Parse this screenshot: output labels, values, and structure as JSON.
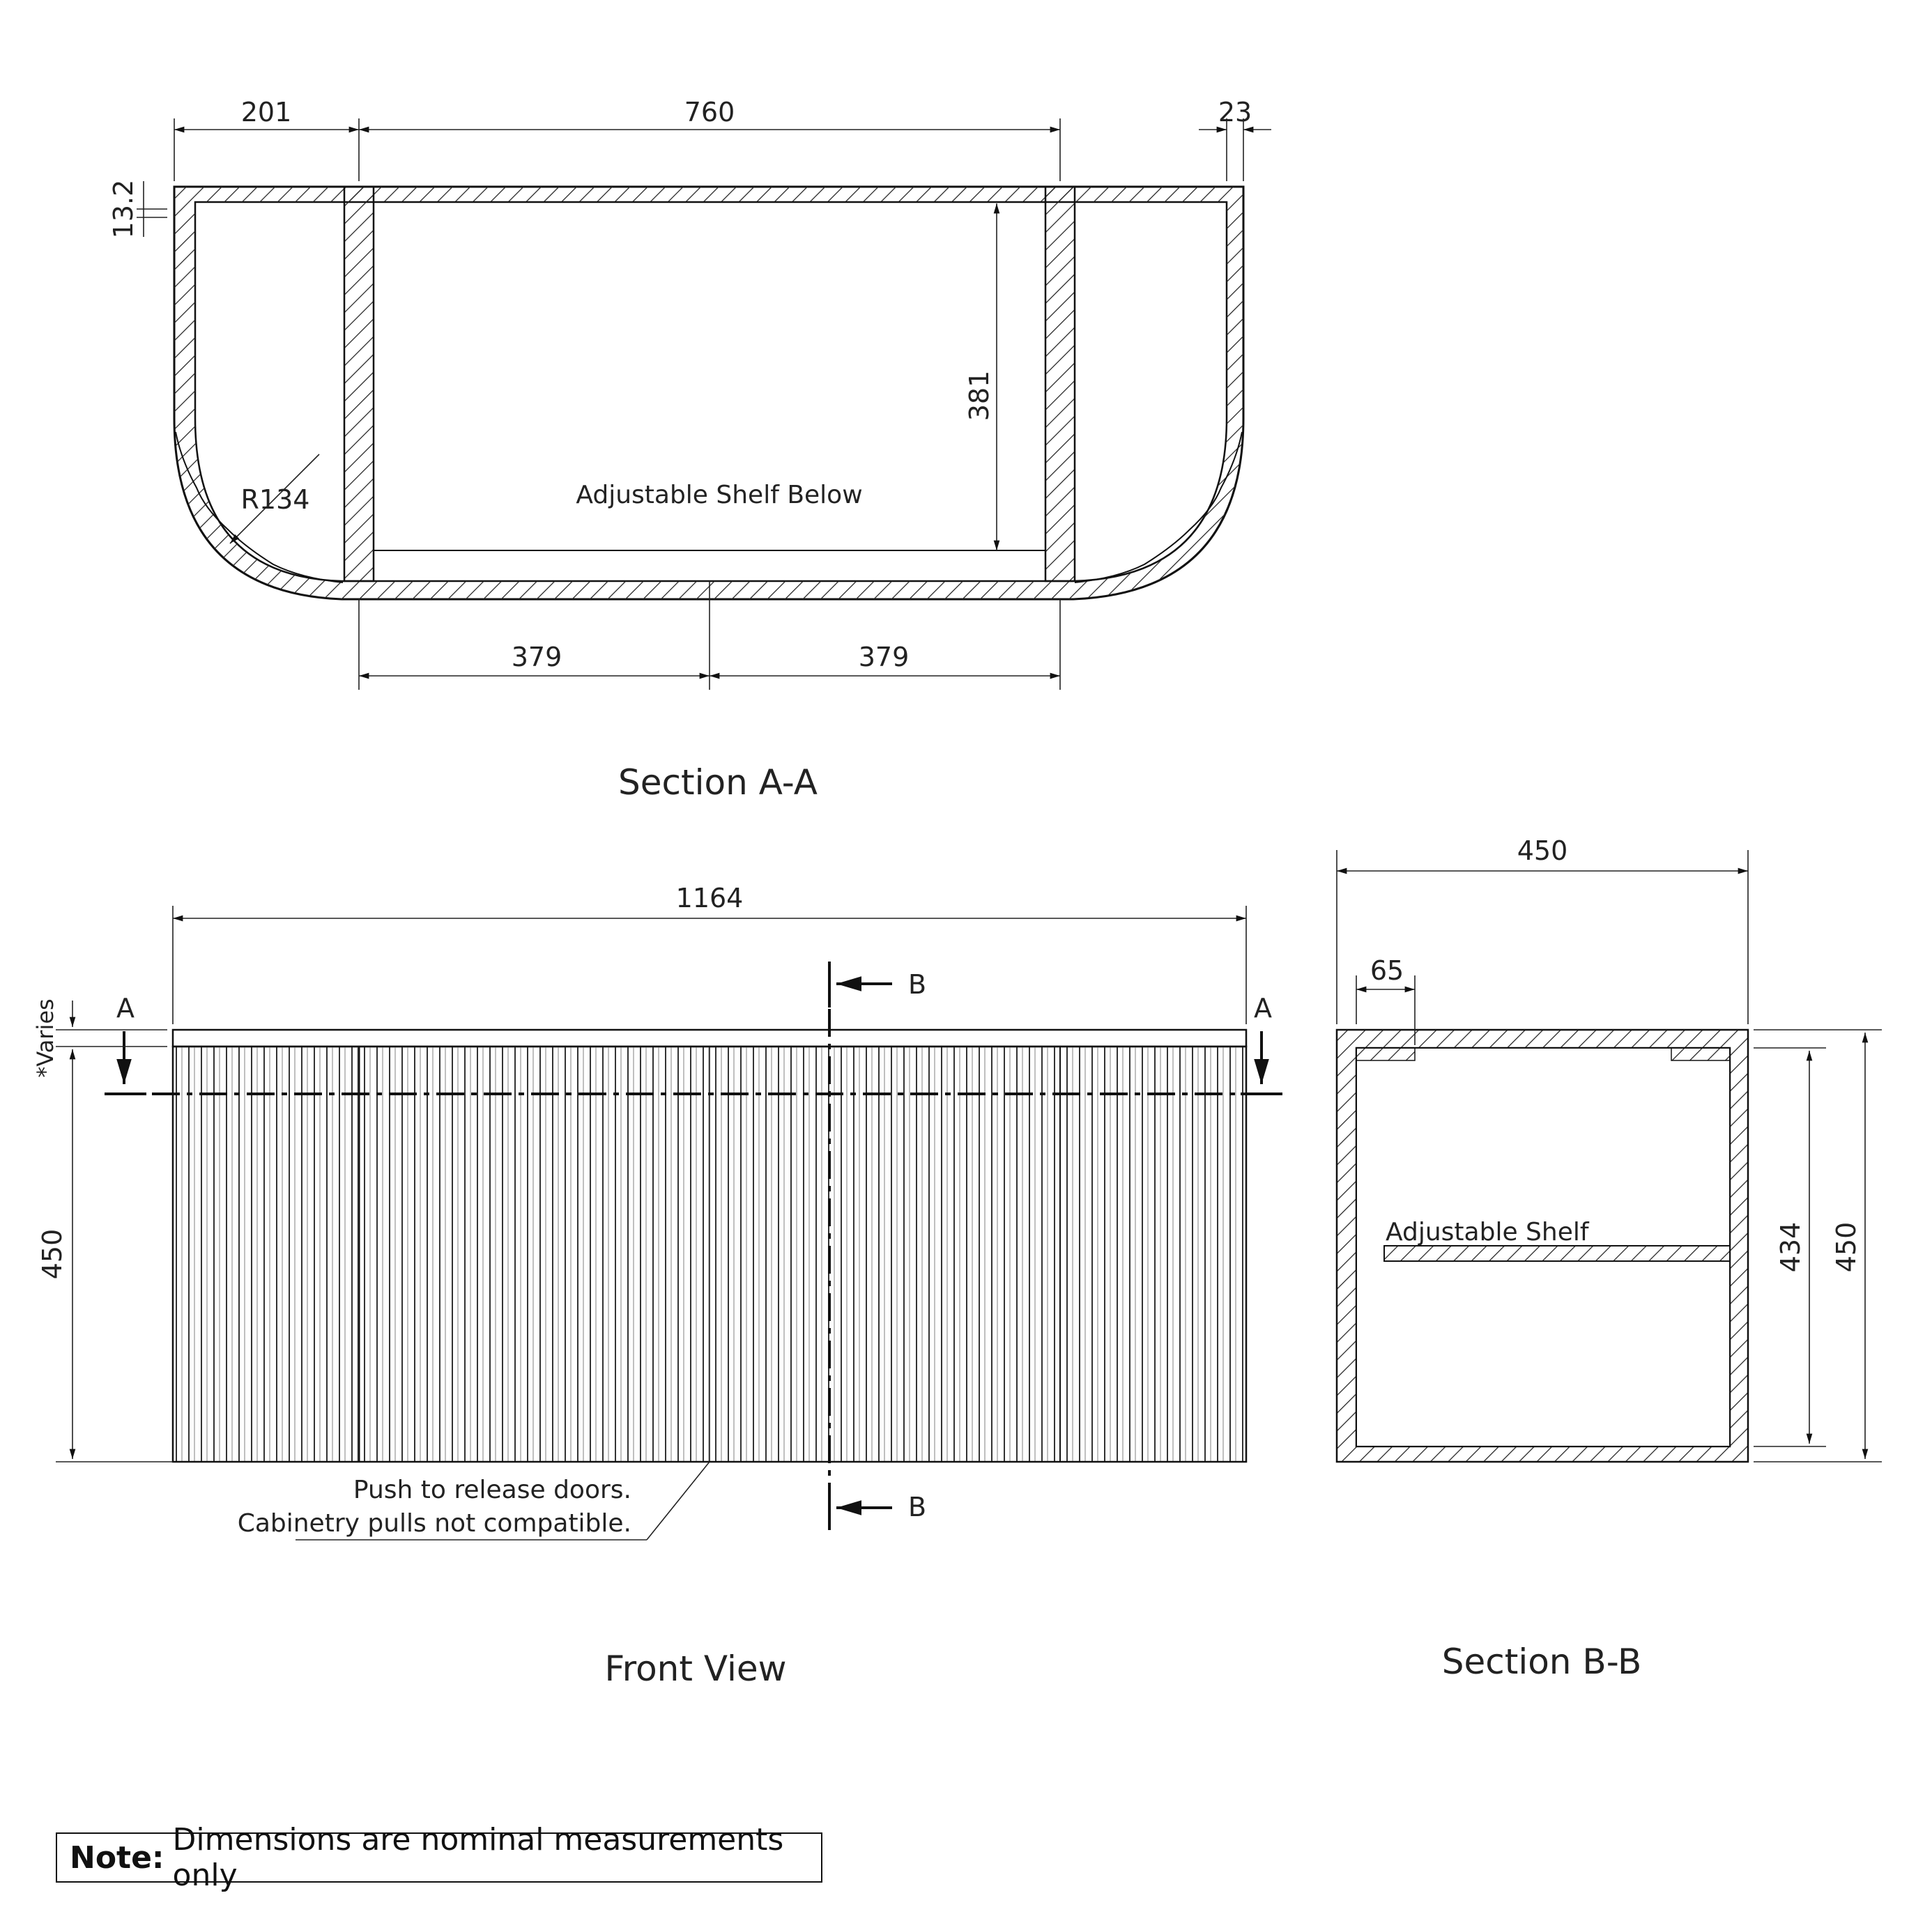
{
  "section_aa": {
    "title": "Section A-A",
    "dims": {
      "left": "201",
      "middle": "760",
      "right": "23",
      "wall": "13.2",
      "depth": "381",
      "half_left": "379",
      "half_right": "379",
      "radius": "R134"
    },
    "shelf_label": "Adjustable Shelf Below"
  },
  "front_view": {
    "title": "Front View",
    "dims": {
      "width": "1164",
      "height": "450",
      "top": "*Varies"
    },
    "markers": {
      "a_left": "A",
      "a_right": "A",
      "b_top": "B",
      "b_bottom": "B"
    },
    "note_line1": "Push to release doors.",
    "note_line2": "Cabinetry pulls not compatible."
  },
  "section_bb": {
    "title": "Section B-B",
    "dims": {
      "width": "450",
      "inset": "65",
      "inner_height": "434",
      "height": "450"
    },
    "shelf_label": "Adjustable Shelf"
  },
  "note": {
    "label": "Note:",
    "text": "Dimensions are nominal measurements only"
  }
}
